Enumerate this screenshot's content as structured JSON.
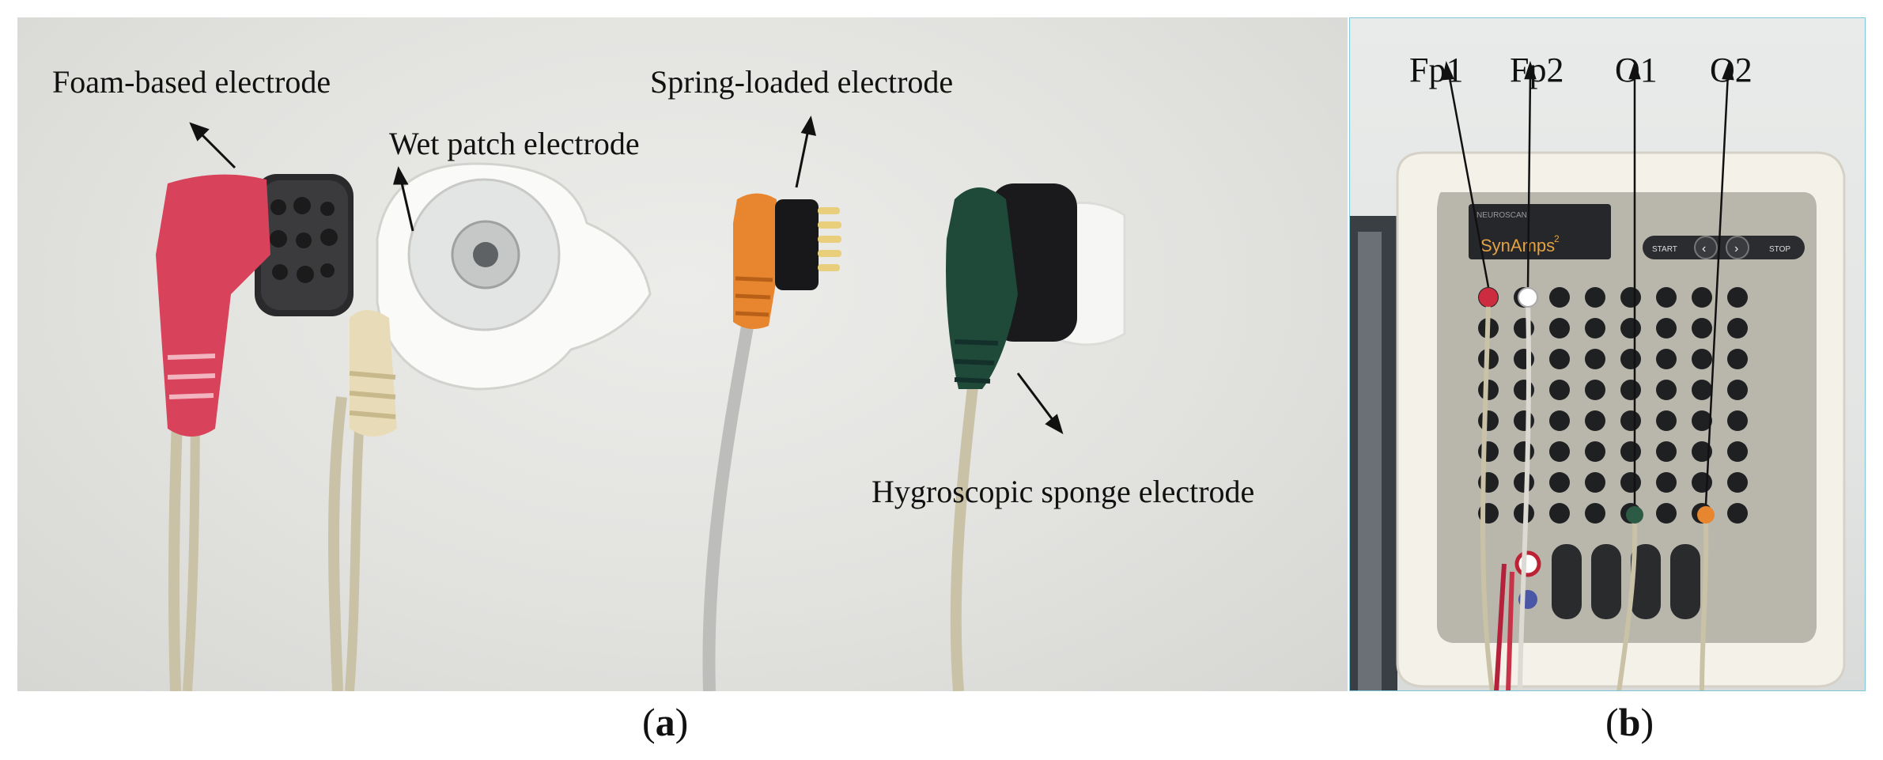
{
  "panel_a": {
    "labels": {
      "foam": "Foam-based electrode",
      "wet": "Wet patch electrode",
      "spring": "Spring-loaded electrode",
      "sponge": "Hygroscopic sponge electrode"
    },
    "colors": {
      "foam_connector": "#d8425a",
      "wet_connector": "#e8dcb8",
      "spring_connector": "#e7862e",
      "sponge_connector": "#1f4a3a",
      "cable": "#c9c2a7"
    }
  },
  "panel_b": {
    "device": {
      "brand": "NEUROSCAN",
      "model": "SynAmps",
      "model_superscript": "2",
      "start": "START",
      "stop": "STOP"
    },
    "channels": [
      "Fp1",
      "Fp2",
      "O1",
      "O2"
    ]
  },
  "captions": {
    "a": "a",
    "b": "b"
  }
}
